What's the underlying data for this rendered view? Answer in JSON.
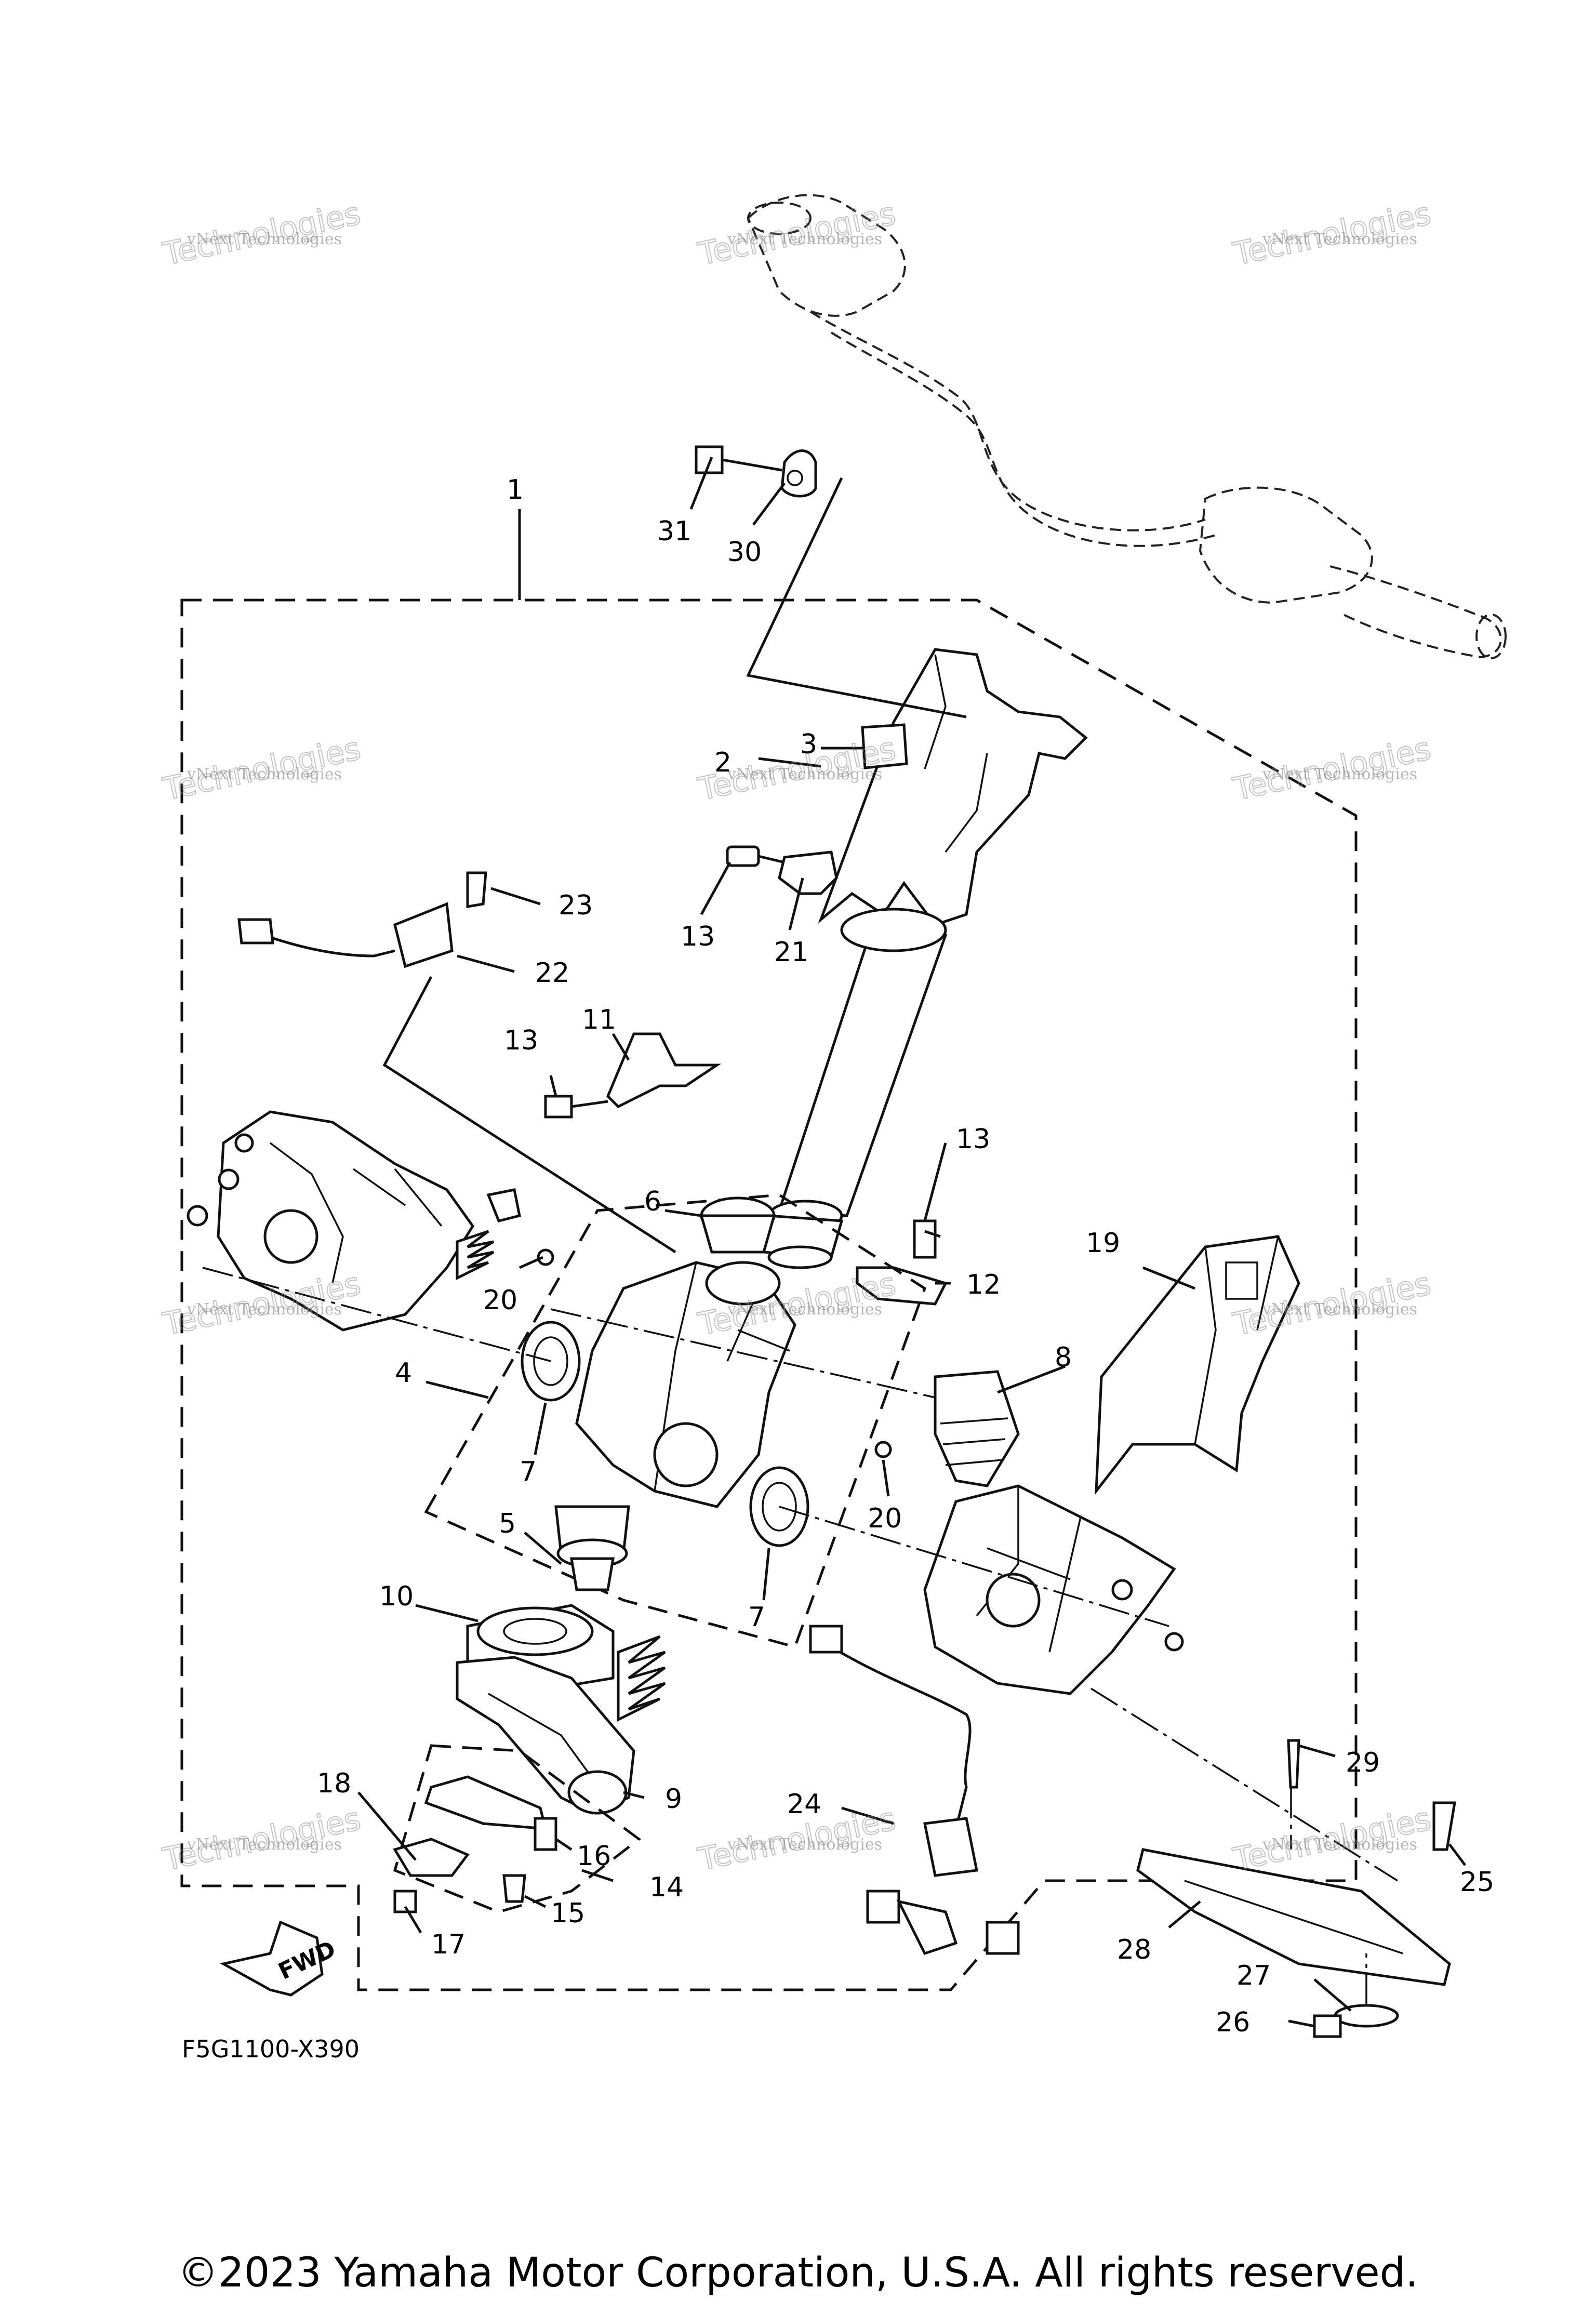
{
  "figure_code": "F5G1100-X390",
  "copyright": "©2023 Yamaha Motor Corporation, U.S.A. All rights reserved.",
  "direction_label": "FWD",
  "watermark_text": [
    "vNext Technologies",
    "Technologies"
  ],
  "callouts": {
    "c1": "1",
    "c2": "2",
    "c3": "3",
    "c4": "4",
    "c5": "5",
    "c6": "6",
    "c7a": "7",
    "c7b": "7",
    "c8": "8",
    "c9": "9",
    "c10": "10",
    "c11": "11",
    "c12": "12",
    "c13a": "13",
    "c13b": "13",
    "c13c": "13",
    "c14": "14",
    "c15": "15",
    "c16": "16",
    "c17": "17",
    "c18": "18",
    "c19": "19",
    "c20a": "20",
    "c20b": "20",
    "c21": "21",
    "c22": "22",
    "c23": "23",
    "c24": "24",
    "c25": "25",
    "c26": "26",
    "c27": "27",
    "c28": "28",
    "c29": "29",
    "c30": "30",
    "c31": "31"
  }
}
